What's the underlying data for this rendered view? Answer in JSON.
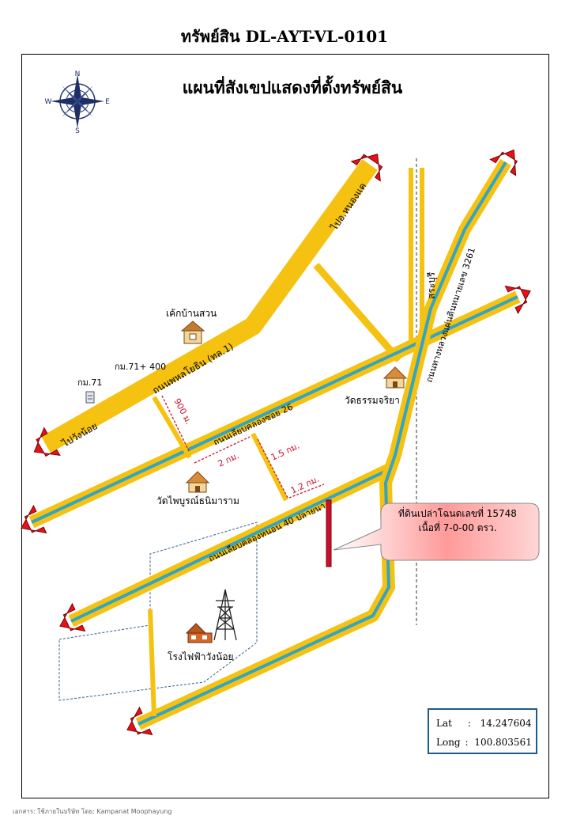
{
  "header": {
    "title": "ทรัพย์สิน DL-AYT-VL-0101"
  },
  "map": {
    "title": "แผนที่สังเขปแสดงที่ตั้งทรัพย์สิน",
    "compass": {
      "labels": {
        "n": "N",
        "s": "S",
        "e": "E",
        "w": "W"
      }
    },
    "labels": {
      "to_nong_khae": "ไปอ.หนองแค",
      "to_wang_noi": "ไปวังน้อย",
      "phahon_road": "ถนนพหลโยธิน (ทล.1)",
      "ban_suan_cake": "เค้กบ้านสวน",
      "km71_400": "กม.71+ 400",
      "km71": "กม.71",
      "wat_thammachariya": "วัดธรรมจริยา",
      "klong_26_road": "ถนนเลียบคลองซอย 26",
      "hwy_3261": "ถนนทางหลวงแผ่นดินหมายเลข 3261",
      "saraburi": "สระบุรี",
      "dist_900m": "900 ม.",
      "dist_2km": "2 กม.",
      "dist_15km": "1.5 กม.",
      "dist_12km": "1.2 กม.",
      "wat_phaiboon": "วัดไพบูรณ์ธนิมาราม",
      "klong_40_road": "ถนนเลียบคลองหนอน 40 ปลายนา",
      "power_plant": "โรงไฟฟ้าวังน้อย"
    },
    "callout": {
      "line1": "ที่ดินเปล่าโฉนดเลขที่ 15748",
      "line2": "เนื้อที่ 7-0-00 ตรว."
    },
    "coordinates": {
      "lat_label": "Lat",
      "lat_value": "14.247604",
      "long_label": "Long",
      "long_value": "100.803561"
    },
    "colors": {
      "road": "#f5c211",
      "road_edge": "#e0a800",
      "lane": "#33a4c4",
      "arrow": "#e8111b",
      "distance": "#c8102e",
      "plot": "#c8102e",
      "callout_fill": "#ffb3b3"
    }
  },
  "footer": {
    "text": "เอกสาร: ใช้ภายในบริษัท โดย: Kampanat Moophayung"
  }
}
